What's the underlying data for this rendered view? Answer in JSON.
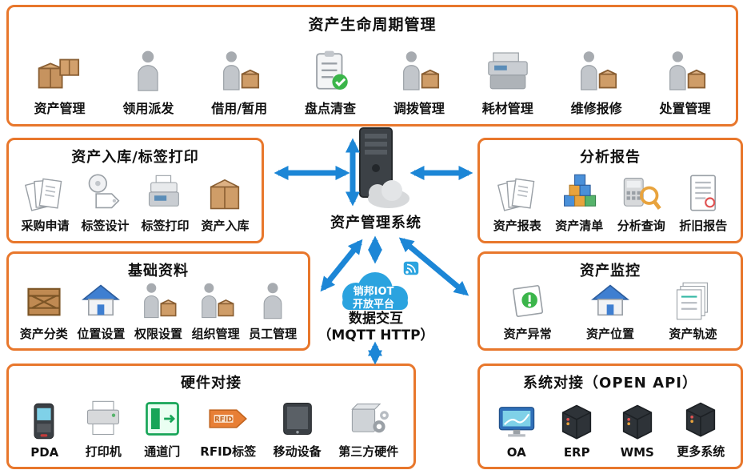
{
  "palette": {
    "panel_border_orange": "#E8772C",
    "arrow_blue": "#1C86D6",
    "cloud_blue": "#2BA3DF",
    "text_black": "#111111"
  },
  "center": {
    "system_label": "资产管理系统",
    "cloud_line1": "销邦IOT",
    "cloud_line2": "开放平台",
    "exchange_line1": "数据交互",
    "exchange_line2": "（MQTT HTTP）",
    "server_icon": "server-tower-icon",
    "cloud_icon": "iot-cloud-icon"
  },
  "sections": {
    "lifecycle": {
      "title": "资产生命周期管理",
      "items": [
        {
          "label": "资产管理",
          "icon": "cartons-icon"
        },
        {
          "label": "领用派发",
          "icon": "person-dispatch-icon"
        },
        {
          "label": "借用/暂用",
          "icon": "person-borrow-icon"
        },
        {
          "label": "盘点清查",
          "icon": "inventory-check-icon"
        },
        {
          "label": "调拨管理",
          "icon": "transfer-cart-icon"
        },
        {
          "label": "耗材管理",
          "icon": "copier-icon"
        },
        {
          "label": "维修报修",
          "icon": "repair-person-icon"
        },
        {
          "label": "处置管理",
          "icon": "disposal-person-icon"
        }
      ]
    },
    "inbound": {
      "title": "资产入库/标签打印",
      "items": [
        {
          "label": "采购申请",
          "icon": "purchase-docs-icon"
        },
        {
          "label": "标签设计",
          "icon": "tag-design-icon"
        },
        {
          "label": "标签打印",
          "icon": "label-printer-icon"
        },
        {
          "label": "资产入库",
          "icon": "inbound-box-icon"
        }
      ]
    },
    "analysis": {
      "title": "分析报告",
      "items": [
        {
          "label": "资产报表",
          "icon": "report-docs-icon"
        },
        {
          "label": "资产清单",
          "icon": "inventory-cubes-icon"
        },
        {
          "label": "分析查询",
          "icon": "calc-search-icon"
        },
        {
          "label": "折旧报告",
          "icon": "depreciation-report-icon"
        }
      ]
    },
    "basic": {
      "title": "基础资料",
      "items": [
        {
          "label": "资产分类",
          "icon": "wooden-crate-icon"
        },
        {
          "label": "位置设置",
          "icon": "location-house-icon"
        },
        {
          "label": "权限设置",
          "icon": "permission-person-icon"
        },
        {
          "label": "组织管理",
          "icon": "org-person-icon"
        },
        {
          "label": "员工管理",
          "icon": "staff-person-icon"
        }
      ]
    },
    "monitor": {
      "title": "资产监控",
      "items": [
        {
          "label": "资产异常",
          "icon": "alert-doc-icon"
        },
        {
          "label": "资产位置",
          "icon": "asset-house-icon"
        },
        {
          "label": "资产轨迹",
          "icon": "trace-docs-icon"
        }
      ]
    },
    "hardware": {
      "title": "硬件对接",
      "items": [
        {
          "label": "PDA",
          "icon": "pda-icon"
        },
        {
          "label": "打印机",
          "icon": "printer-icon"
        },
        {
          "label": "通道门",
          "icon": "channel-gate-icon"
        },
        {
          "label": "RFID标签",
          "icon": "rfid-tag-icon",
          "icon_text": "RFID"
        },
        {
          "label": "移动设备",
          "icon": "tablet-icon"
        },
        {
          "label": "第三方硬件",
          "icon": "third-party-gearbox-icon"
        }
      ]
    },
    "system": {
      "title": "系统对接（OPEN API）",
      "items": [
        {
          "label": "OA",
          "icon": "oa-monitor-icon"
        },
        {
          "label": "ERP",
          "icon": "erp-server-icon"
        },
        {
          "label": "WMS",
          "icon": "wms-server-icon"
        },
        {
          "label": "更多系统",
          "icon": "more-systems-server-icon"
        }
      ]
    }
  }
}
